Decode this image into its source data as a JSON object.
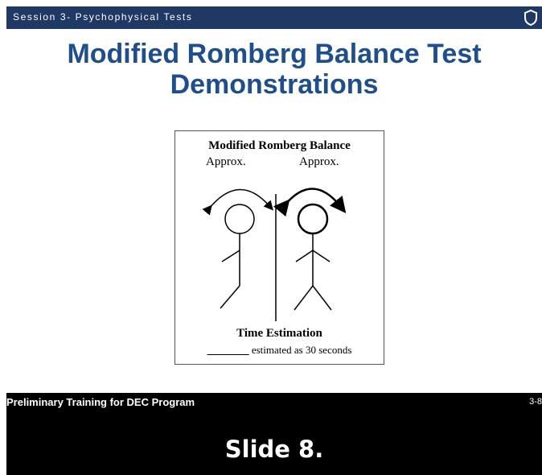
{
  "header": {
    "session_label": "Session 3- Psychophysical Tests",
    "icon": "shield-icon"
  },
  "slide": {
    "title_line1": "Modified Romberg Balance Test",
    "title_line2": "Demonstrations"
  },
  "figure": {
    "title": "Modified Romberg Balance",
    "approx_left": "Approx.",
    "approx_right": "Approx.",
    "time_title": "Time Estimation",
    "blank": "________",
    "estimate_text": " estimated as 30 seconds"
  },
  "footer": {
    "program": "Preliminary Training for DEC Program",
    "page": "3-8",
    "caption": "Slide 8."
  },
  "colors": {
    "header_bg": "#1f3864",
    "title": "#1f4e8c",
    "footer_bg": "#000000"
  }
}
